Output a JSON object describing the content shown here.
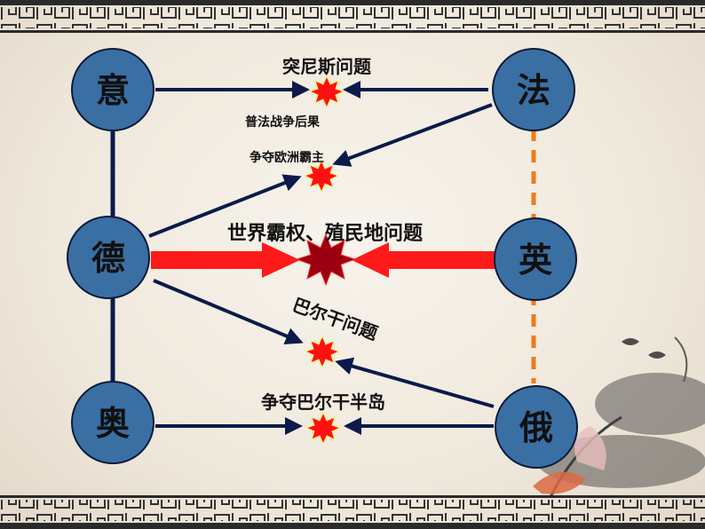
{
  "nodes": {
    "yi": "意",
    "fa": "法",
    "de": "德",
    "ying": "英",
    "ao": "奥",
    "e": "俄"
  },
  "labels": {
    "tunisia": "突尼斯问题",
    "franco_prussian": "普法战争后果",
    "europe_hegemony": "争夺欧洲霸主",
    "world_hegemony": "世界霸权、殖民地问题",
    "balkan": "巴尔干问题",
    "balkan_peninsula": "争夺巴尔干半岛"
  },
  "colors": {
    "node_fill": "#3a6fa4",
    "arrow": "#0b1a4a",
    "thick_arrow": "#ff1a1a",
    "burst": "#ff1010",
    "burst_big": "#9a0010",
    "dashed": "#f07a1a"
  }
}
